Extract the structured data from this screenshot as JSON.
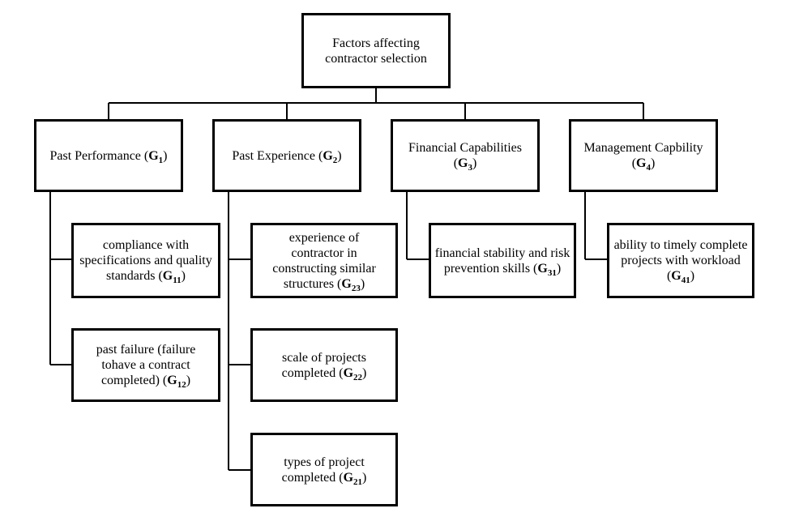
{
  "root": {
    "text": "Factors affecting contractor selection"
  },
  "groups": [
    {
      "label": "Past Performance",
      "code": "G",
      "sub": "1",
      "children": [
        {
          "text": "compliance with specifications and quality standards",
          "code": "G",
          "sub": "11"
        },
        {
          "text": "past failure (failure tohave a contract completed)",
          "code": "G",
          "sub": "12"
        }
      ]
    },
    {
      "label": "Past Experience",
      "code": "G",
      "sub": "2",
      "children": [
        {
          "text": "experience of contractor in constructing similar structures",
          "code": "G",
          "sub": "23"
        },
        {
          "text": "scale of projects completed",
          "code": "G",
          "sub": "22"
        },
        {
          "text": "types of project completed",
          "code": "G",
          "sub": "21"
        }
      ]
    },
    {
      "label": "Financial Capabilities",
      "code": "G",
      "sub": "3",
      "children": [
        {
          "text": "financial stability and risk prevention skills",
          "code": "G",
          "sub": "31"
        }
      ]
    },
    {
      "label": "Management Capbility",
      "code": "G",
      "sub": "4",
      "children": [
        {
          "text": "ability to timely complete projects with workload",
          "code": "G",
          "sub": "41"
        }
      ]
    }
  ]
}
